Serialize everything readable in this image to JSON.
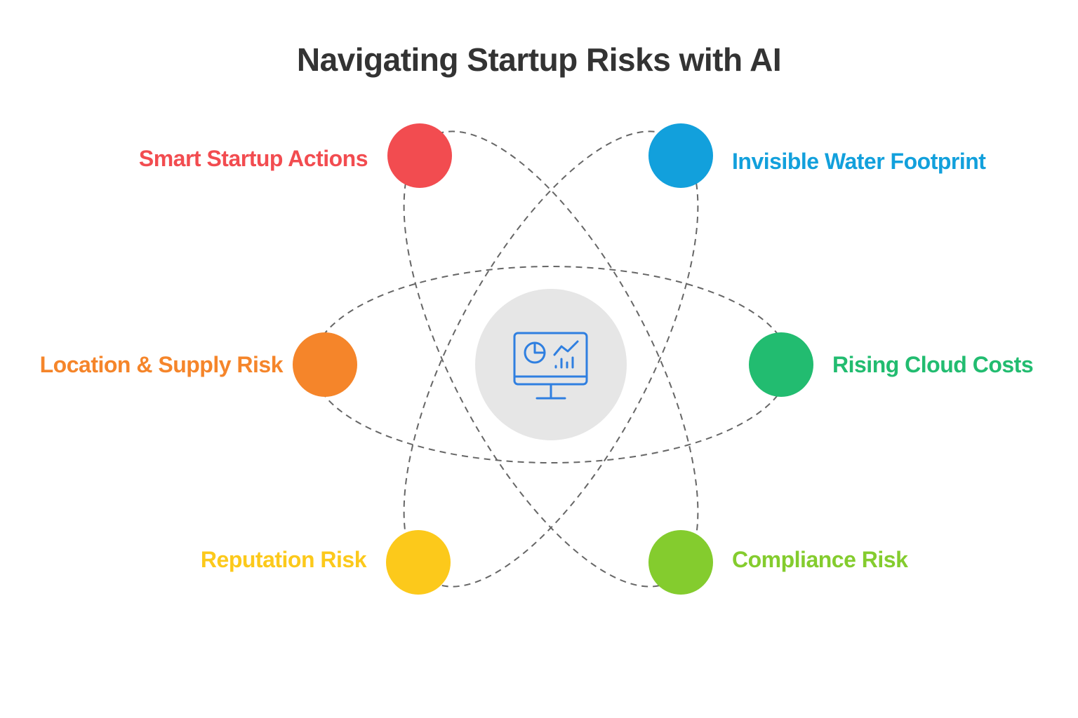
{
  "title": "Navigating Startup Risks with AI",
  "center": {
    "icon": "monitor-analytics-icon",
    "accent": "#2f7fe0",
    "fill": "#e6e6e6"
  },
  "orbit_color": "#666666",
  "nodes": [
    {
      "id": "smart-startup-actions",
      "label": "Smart Startup Actions",
      "color": "#f24c50"
    },
    {
      "id": "invisible-water-footprint",
      "label": "Invisible Water Footprint",
      "color": "#12a0dc"
    },
    {
      "id": "location-supply-risk",
      "label": "Location & Supply Risk",
      "color": "#f5852a"
    },
    {
      "id": "rising-cloud-costs",
      "label": "Rising Cloud Costs",
      "color": "#22bc70"
    },
    {
      "id": "reputation-risk",
      "label": "Reputation Risk",
      "color": "#fcc91b"
    },
    {
      "id": "compliance-risk",
      "label": "Compliance Risk",
      "color": "#84cc2e"
    }
  ]
}
